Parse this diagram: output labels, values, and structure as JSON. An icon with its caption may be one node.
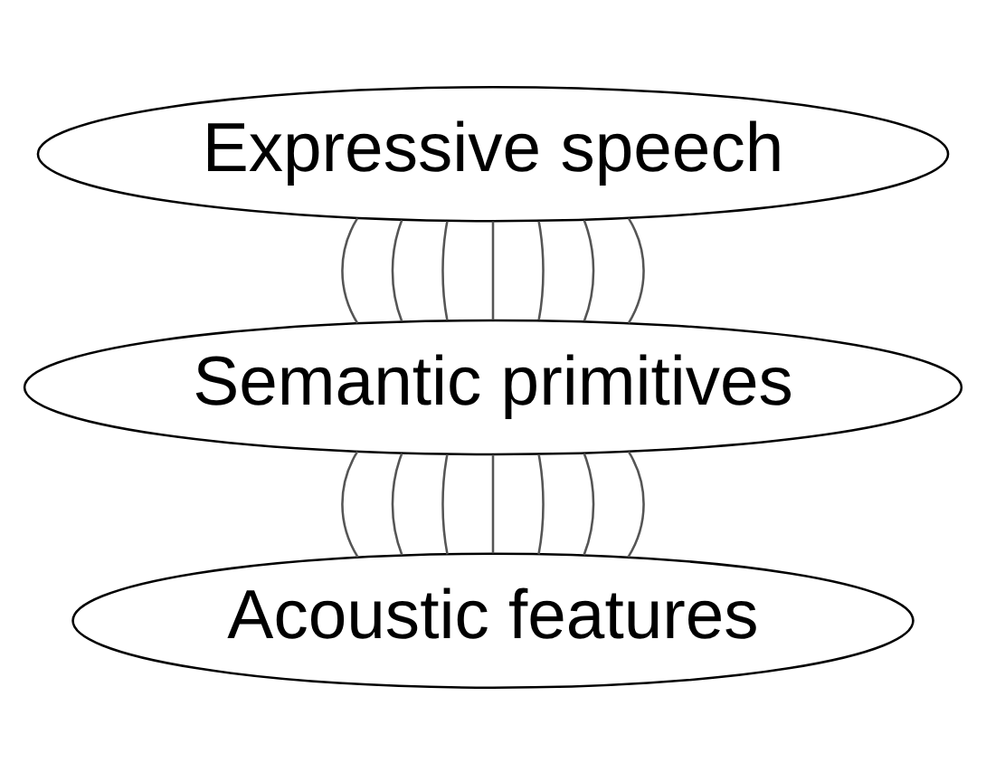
{
  "diagram": {
    "nodes": [
      {
        "text": [
          "Expressive speech"
        ]
      },
      {
        "text": [
          "Semantic primitives"
        ]
      },
      {
        "text": [
          "Acoustic features"
        ]
      }
    ],
    "edges": [
      {
        "from": 0,
        "to": 1,
        "arrow": "none"
      },
      {
        "from": 0,
        "to": 1,
        "arrow": "none"
      },
      {
        "from": 0,
        "to": 1,
        "arrow": "none"
      },
      {
        "from": 0,
        "to": 1,
        "arrow": "none"
      },
      {
        "from": 0,
        "to": 1,
        "arrow": "none"
      },
      {
        "from": 0,
        "to": 1,
        "arrow": "none"
      },
      {
        "from": 0,
        "to": 1,
        "arrow": "none"
      },
      {
        "from": 1,
        "to": 2,
        "arrow": "none"
      },
      {
        "from": 1,
        "to": 2,
        "arrow": "none"
      },
      {
        "from": 1,
        "to": 2,
        "arrow": "none"
      },
      {
        "from": 1,
        "to": 2,
        "arrow": "none"
      },
      {
        "from": 1,
        "to": 2,
        "arrow": "none"
      },
      {
        "from": 1,
        "to": 2,
        "arrow": "none"
      },
      {
        "from": 1,
        "to": 2,
        "arrow": "none"
      }
    ]
  }
}
